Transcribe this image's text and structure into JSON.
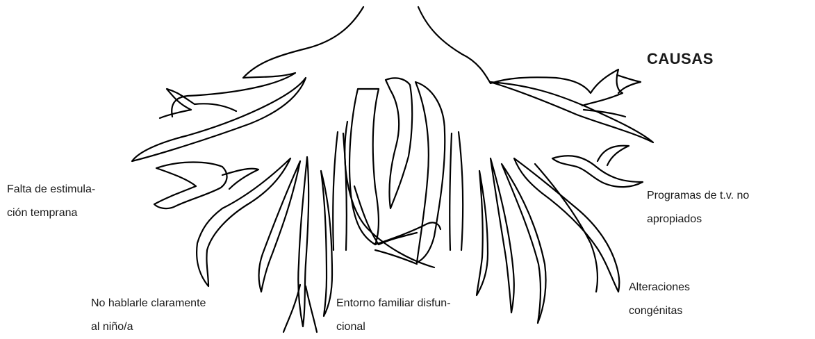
{
  "title": "CAUSAS",
  "labels": {
    "falta_line1": "Falta de estimula-",
    "falta_line2": "ción temprana",
    "programas_line1": "Programas de t.v. no",
    "programas_line2": "apropiados",
    "no_hablarle_line1": "No hablarle claramente",
    "no_hablarle_line2": "al niño/a",
    "entorno_line1": "Entorno familiar disfun-",
    "entorno_line2": "cional",
    "alteraciones_line1": "Alteraciones",
    "alteraciones_line2": "congénitas"
  },
  "colors": {
    "outline": "#000000",
    "text": "#1a1a1a",
    "background": "#ffffff"
  }
}
